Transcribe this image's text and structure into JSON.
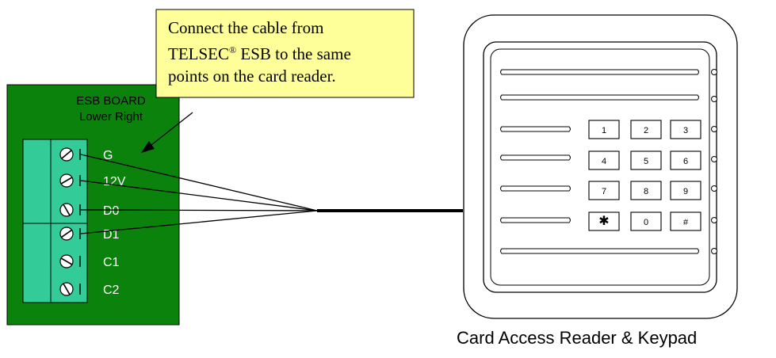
{
  "callout": {
    "line1": "Connect the cable from",
    "line2_brand": "TELSEC",
    "line2_reg": "®",
    "line2_rest": " ESB to the same",
    "line3": "points on the card reader."
  },
  "esb_board": {
    "title": "ESB BOARD",
    "subtitle": "Lower Right",
    "terminals": [
      "G",
      "12V",
      "D0",
      "D1",
      "C1",
      "C2"
    ]
  },
  "keypad": {
    "keys": [
      [
        "1",
        "2",
        "3"
      ],
      [
        "4",
        "5",
        "6"
      ],
      [
        "7",
        "8",
        "9"
      ],
      [
        "✱",
        "0",
        "#"
      ]
    ]
  },
  "caption": "Card Access Reader & Keypad",
  "colors": {
    "board": "#0b820b",
    "terminal_block": "#33cc99",
    "callout_fill": "#ffff99",
    "cable": "#000000"
  }
}
